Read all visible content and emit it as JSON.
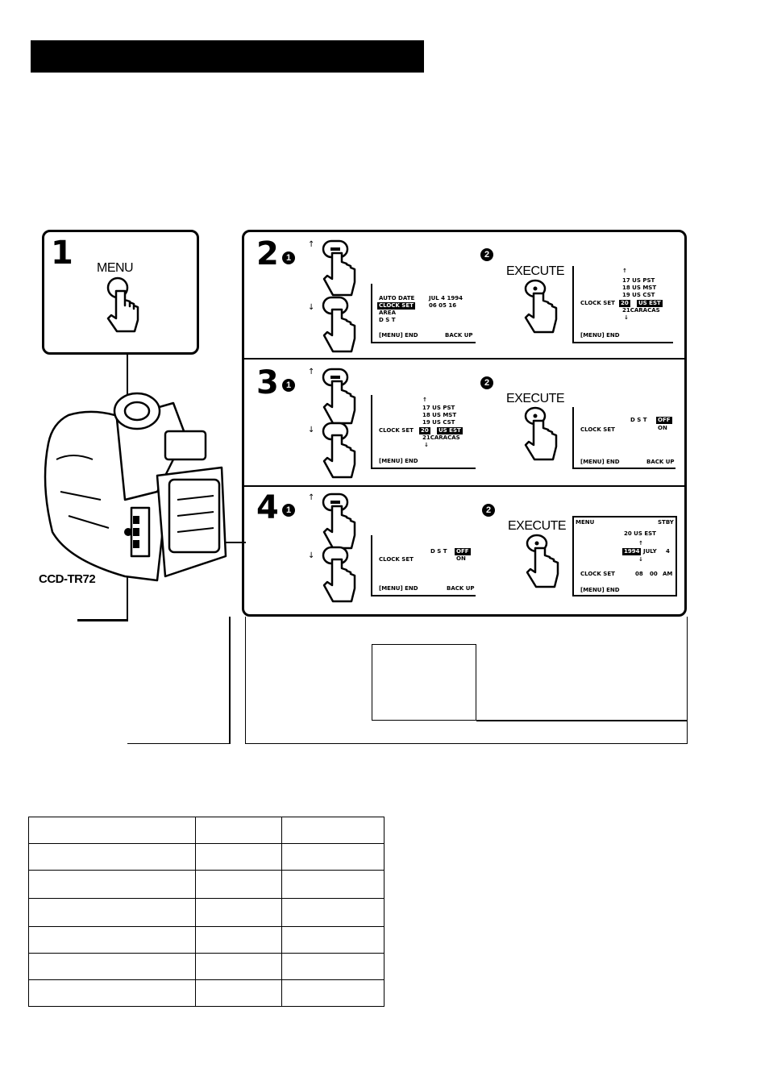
{
  "step1": {
    "number": "1",
    "button_label": "MENU"
  },
  "camera_model": "CCD-TR72",
  "execute_label": "EXECUTE",
  "step2": {
    "number": "2",
    "left_screen": {
      "line1": "AUTO DATE",
      "line1_val": "JUL  4  1994",
      "line2": "CLOCK SET",
      "line2_val": "06  05  16",
      "line3": "AREA",
      "line4": "D S T",
      "footer_left": "[MENU]  END",
      "footer_right": "BACK UP"
    },
    "right_screen": {
      "up": "↑",
      "r1": "17   US PST",
      "r2": "18   US MST",
      "r3": "19   US CST",
      "label": "CLOCK SET",
      "r4a": "20",
      "r4b": "US EST",
      "r5": "21CARACAS",
      "down": "↓",
      "footer_left": "[MENU]  END"
    }
  },
  "step3": {
    "number": "3",
    "left_screen": {
      "up": "↑",
      "r1": "17   US PST",
      "r2": "18   US MST",
      "r3": "19   US CST",
      "label": "CLOCK SET",
      "r4a": "20",
      "r4b": "US EST",
      "r5": "21CARACAS",
      "down": "↓",
      "footer_left": "[MENU]  END"
    },
    "right_screen": {
      "label": "CLOCK SET",
      "dst": "D S T",
      "off": "OFF",
      "on": "ON",
      "footer_left": "[MENU]  END",
      "footer_right": "BACK UP"
    }
  },
  "step4": {
    "number": "4",
    "left_screen": {
      "label": "CLOCK SET",
      "dst": "D S T",
      "off": "OFF",
      "on": "ON",
      "footer_left": "[MENU]  END",
      "footer_right": "BACK UP"
    },
    "right_screen": {
      "top_left": "MENU",
      "top_right": "STBY",
      "zone": "20   US EST",
      "year": "1994",
      "month": "JULY",
      "day": "4",
      "label": "CLOCK SET",
      "hour": "08",
      "minute": "00",
      "ampm": "AM",
      "footer_left": "[MENU]  END"
    }
  },
  "circled": {
    "one": "1",
    "two": "2"
  },
  "arrows": {
    "up": "↑",
    "down": "↓"
  }
}
